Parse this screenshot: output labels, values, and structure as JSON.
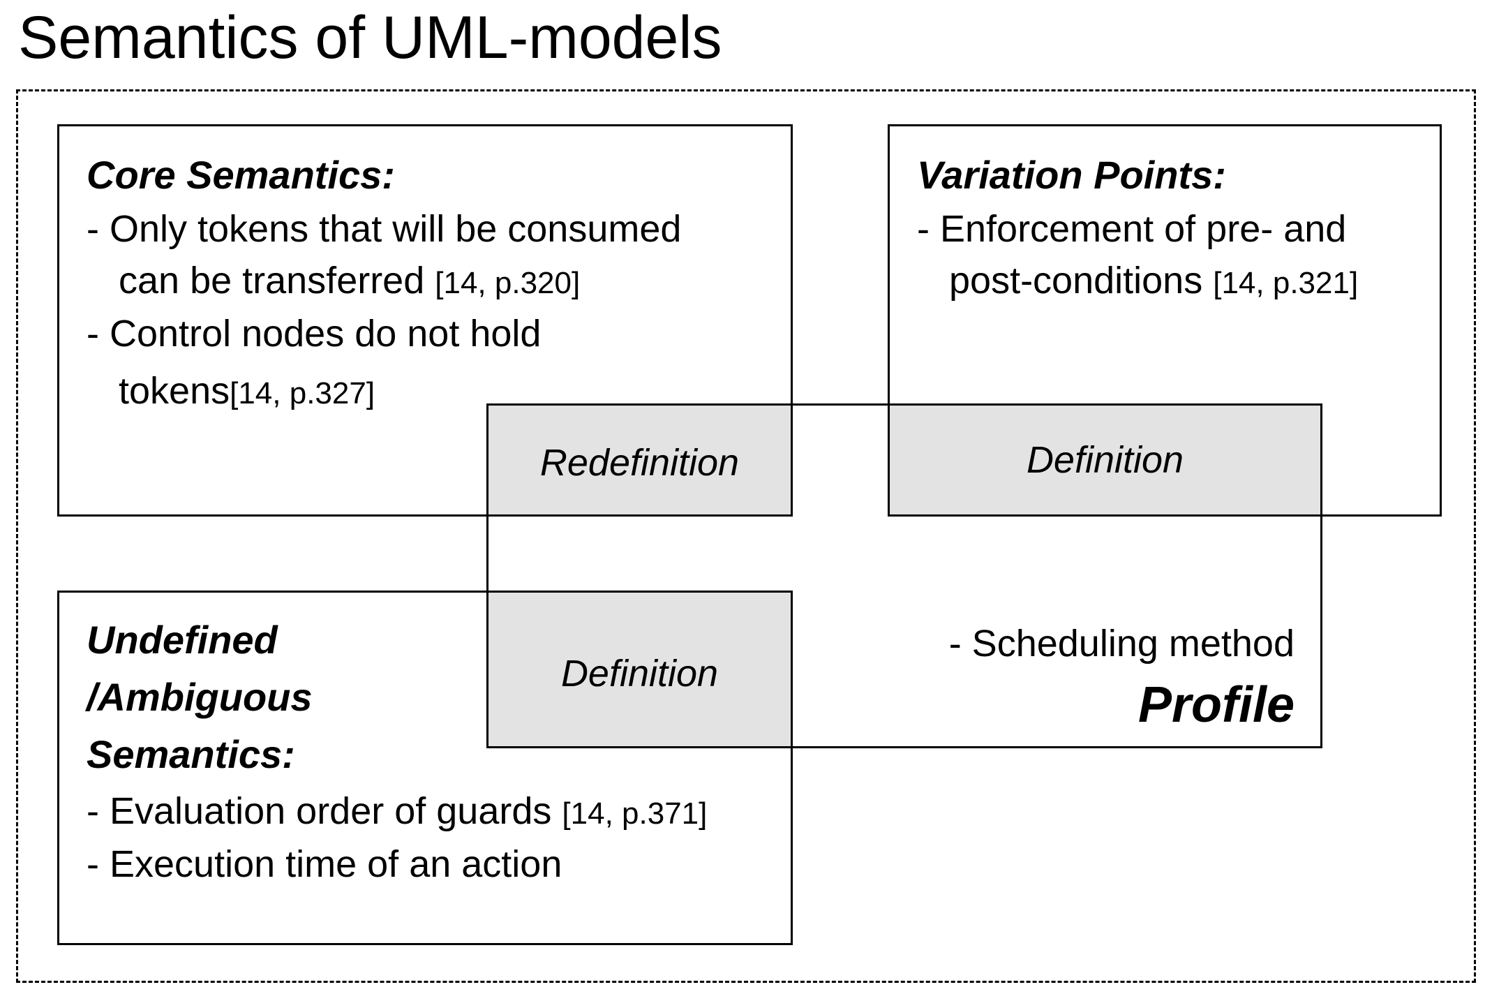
{
  "title": "Semantics of UML-models",
  "core": {
    "heading": "Core Semantics:",
    "items": [
      {
        "line1": "-  Only tokens that will be consumed",
        "line2": "can be transferred",
        "ref": "[14, p.320]"
      },
      {
        "line1": "-  Control nodes do not hold",
        "line2": "tokens",
        "ref": "[14, p.327]"
      }
    ]
  },
  "variation": {
    "heading": "Variation Points:",
    "items": [
      {
        "line1": "-  Enforcement of pre- and",
        "line2": "post-conditions",
        "ref": "[14, p.321]"
      }
    ]
  },
  "undefined": {
    "heading_line1": "Undefined",
    "heading_line2": "/Ambiguous",
    "heading_line3": "Semantics:",
    "items": [
      {
        "text": "- Evaluation order of guards",
        "ref": "[14, p.371]"
      },
      {
        "text": "- Execution time of an action",
        "ref": ""
      }
    ]
  },
  "profile": {
    "item": "- Scheduling method",
    "label": "Profile"
  },
  "overlaps": {
    "redefinition": "Redefinition",
    "definition_top": "Definition",
    "definition_bottom": "Definition"
  },
  "colors": {
    "overlap_fill": "#e3e3e3",
    "line": "#000000"
  }
}
